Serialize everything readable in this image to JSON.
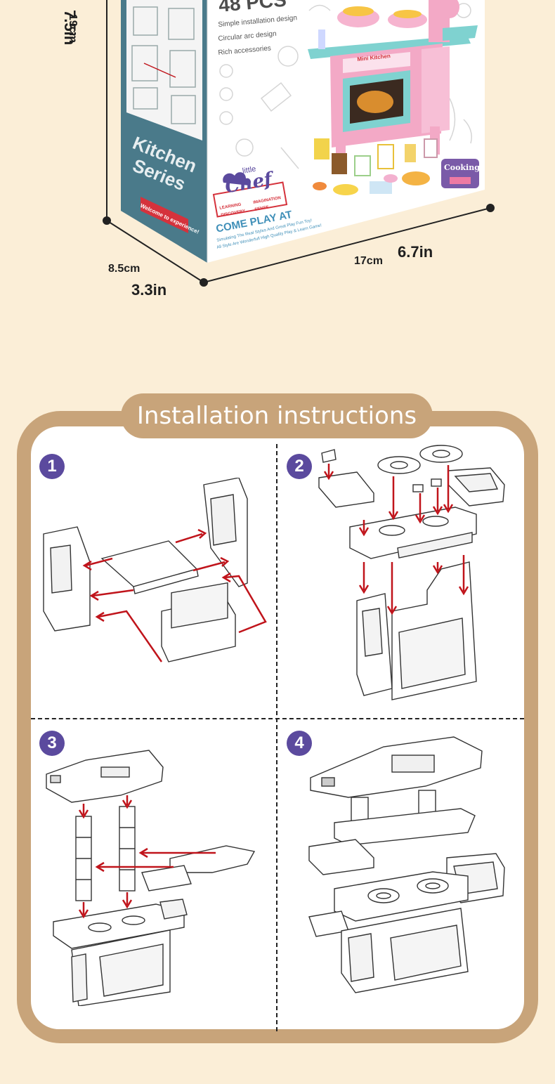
{
  "dimensions": {
    "height_cm": "19cm",
    "height_in": "7.5in",
    "depth_cm": "8.5cm",
    "depth_in": "3.3in",
    "width_cm": "17cm",
    "width_in": "6.7in"
  },
  "box": {
    "pieces": "48 PCS",
    "features": [
      "Simple installation design",
      "Circular arc design",
      "Rich accessories"
    ],
    "series": [
      "Kitchen",
      "Series"
    ],
    "side_banner": "Welcome to experience!",
    "brand_small": "little",
    "brand_main": "Chef",
    "tags": [
      "LEARNING",
      "IMAGINATION",
      "DISCOVERY",
      "SENSE"
    ],
    "slogan": "COME PLAY AT",
    "tagline_1": "Simulating The Real Styles And Great Play Fun Toy!",
    "tagline_2": "All Style Are Wonderfull High Quality Play & Learn Game!",
    "oven_label": "Mini Kitchen",
    "cooking_badge": "Cooking"
  },
  "instructions": {
    "title": "Installation instructions",
    "steps": [
      "1",
      "2",
      "3",
      "4"
    ]
  },
  "colors": {
    "background": "#fbeed7",
    "panel": "#c8a47a",
    "badge": "#5b4a9e",
    "arrow": "#c0141b",
    "box_side": "#4a7a8a",
    "box_pink": "#f3a9c6",
    "box_teal": "#7fd2d0"
  }
}
